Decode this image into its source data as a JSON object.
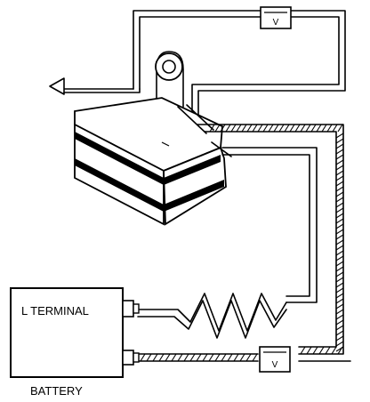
{
  "labels": {
    "terminal": "L TERMINAL",
    "battery": "BATTERY",
    "meter_top": "V",
    "meter_bottom": "V"
  },
  "colors": {
    "line": "#000000",
    "background": "#ffffff"
  }
}
